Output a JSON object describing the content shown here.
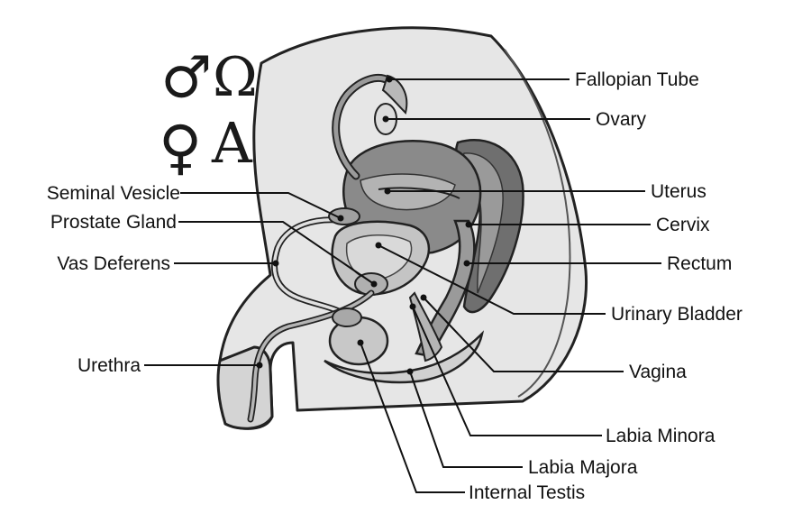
{
  "symbols": {
    "male": "♂",
    "omega": "Ω",
    "female": "♀",
    "letter_a": "A"
  },
  "colors": {
    "body_fill": "#e6e6e6",
    "organ_mid": "#9a9a9a",
    "organ_dark": "#6f6f6f",
    "organ_light": "#c9c9c9",
    "line": "#111111"
  },
  "labels": {
    "fallopian_tube": "Fallopian Tube",
    "ovary": "Ovary",
    "uterus": "Uterus",
    "cervix": "Cervix",
    "rectum": "Rectum",
    "urinary_bladder": "Urinary Bladder",
    "vagina": "Vagina",
    "labia_minora": "Labia Minora",
    "labia_majora": "Labia Majora",
    "internal_testis": "Internal Testis",
    "seminal_vesicle": "Seminal Vesicle",
    "prostate_gland": "Prostate Gland",
    "vas_deferens": "Vas Deferens",
    "urethra": "Urethra"
  }
}
